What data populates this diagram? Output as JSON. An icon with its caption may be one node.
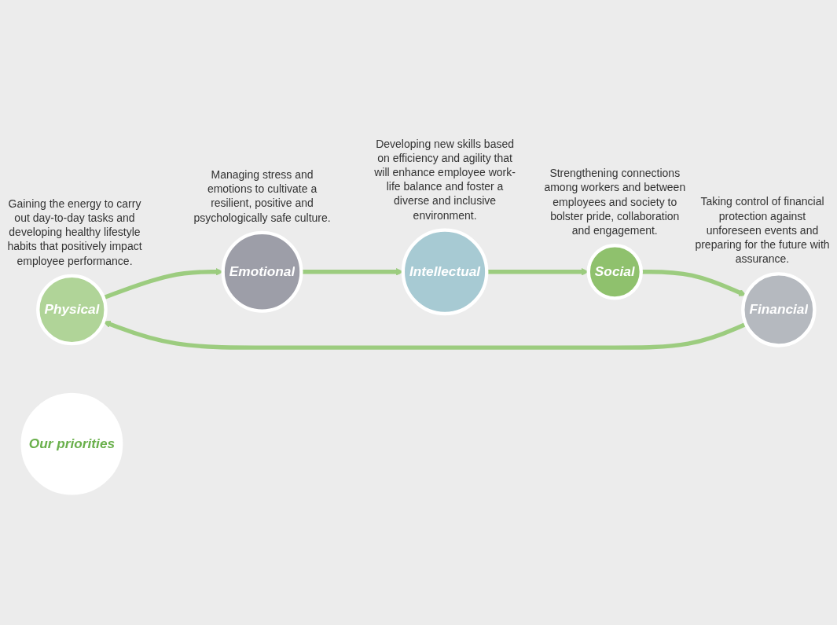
{
  "diagram": {
    "nodes": [
      {
        "text": [
          "Physical"
        ],
        "beside": [
          "Gaining the energy to carry out day-to-day tasks and developing healthy lifestyle habits that positively impact employee performance."
        ]
      },
      {
        "text": [
          "Emotional"
        ],
        "beside": [
          "Managing stress and emotions to cultivate a resilient, positive and psychologically safe culture."
        ]
      },
      {
        "text": [
          "Intellectual"
        ],
        "beside": [
          "Developing new skills based on efficiency and agility that will enhance employee work-life balance and foster a diverse and inclusive environment."
        ]
      },
      {
        "text": [
          "Social"
        ],
        "beside": [
          "Strengthening connections among workers and between employees and society to bolster pride, collaboration and engagement."
        ]
      },
      {
        "text": [
          "Financial"
        ],
        "beside": [
          "Taking control of financial protection against unforeseen events and preparing for the future with assurance."
        ]
      },
      {
        "text": [
          "Our priorities"
        ]
      }
    ],
    "edges": [
      {
        "from": 0,
        "to": 1,
        "arrow": "to"
      },
      {
        "from": 1,
        "to": 2,
        "arrow": "to"
      },
      {
        "from": 2,
        "to": 3,
        "arrow": "to"
      },
      {
        "from": 3,
        "to": 4,
        "arrow": "to"
      },
      {
        "from": 4,
        "to": 0,
        "arrow": "to"
      }
    ]
  }
}
